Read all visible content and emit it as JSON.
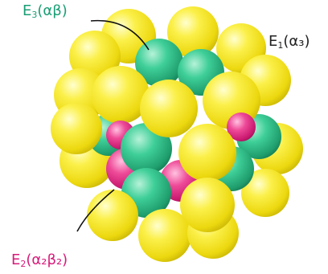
{
  "labels": {
    "e3": {
      "symbol": "E",
      "index": "3",
      "composition": "(αβ)"
    },
    "e1": {
      "symbol": "E",
      "index": "1",
      "composition": "(α₃)"
    },
    "e2": {
      "symbol": "E",
      "index": "2",
      "composition": "(α₂β₂)"
    }
  },
  "colors": {
    "e1_subunit": "#f2e214",
    "e2_subunit": "#e8368c",
    "e3_subunit": "#2fbf87",
    "e3_label": "#1a9d74",
    "e1_label": "#222222",
    "e2_label": "#d81b7a",
    "leader_line": "#111111"
  }
}
